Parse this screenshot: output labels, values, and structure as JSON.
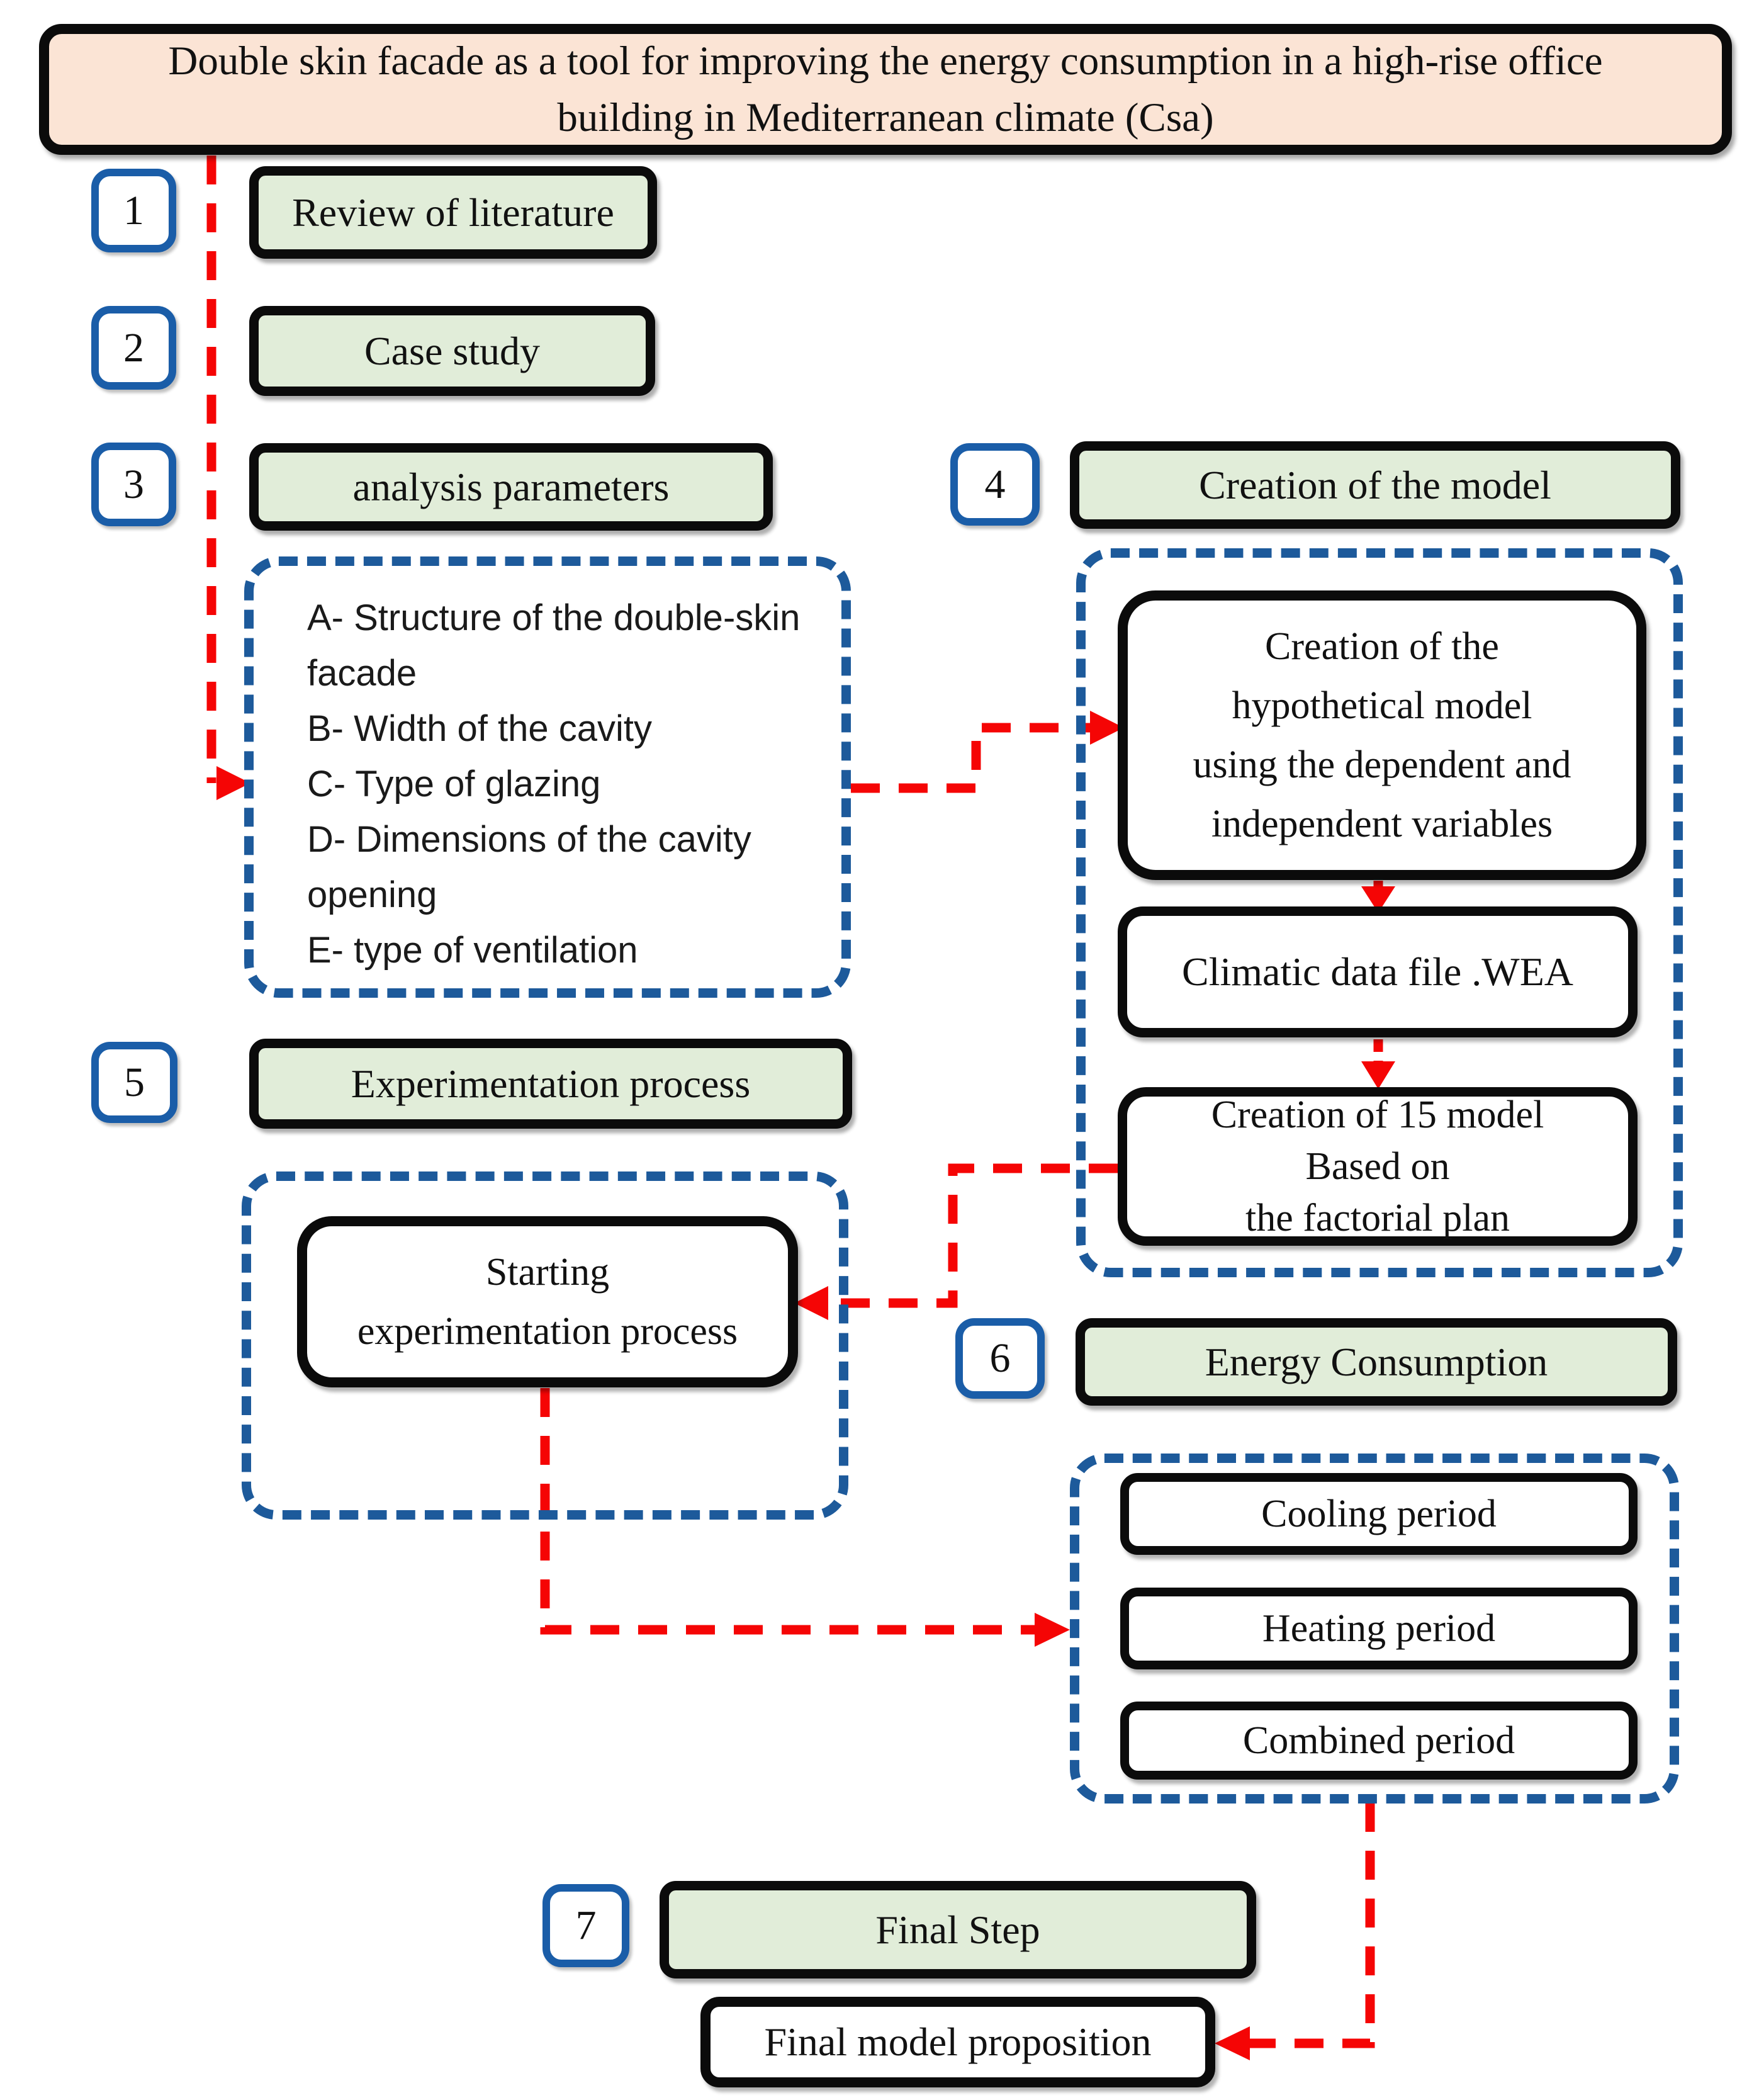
{
  "colors": {
    "title_fill": "#FBE4D5",
    "step_fill": "#E1EDD9",
    "number_border": "#1A5DA8",
    "dashed_container": "#1D5A9B",
    "arrow_red": "#F50505",
    "node_border": "#0B0B0B"
  },
  "title": {
    "text": "Double skin facade as a tool for improving the energy consumption in a high-rise office\nbuilding in Mediterranean climate (Csa)"
  },
  "steps": [
    {
      "number": "1",
      "label": "Review of literature"
    },
    {
      "number": "2",
      "label": "Case study"
    },
    {
      "number": "3",
      "label": "analysis parameters"
    },
    {
      "number": "4",
      "label": "Creation of the model"
    },
    {
      "number": "5",
      "label": "Experimentation process"
    },
    {
      "number": "6",
      "label": "Energy Consumption"
    },
    {
      "number": "7",
      "label": "Final Step"
    }
  ],
  "analysis_parameters": {
    "items": [
      "A- Structure of the double-skin\nfacade",
      "B- Width of the cavity",
      "C- Type of glazing",
      "D- Dimensions of the cavity\nopening",
      "E- type of ventilation"
    ]
  },
  "model_creation": {
    "hypothetical": "Creation of the\nhypothetical model\nusing the dependent and\nindependent variables",
    "climatic": "Climatic data file .WEA",
    "factorial": "Creation of 15 model\nBased on\nthe factorial plan"
  },
  "experimentation": {
    "starting": "Starting\nexperimentation process"
  },
  "energy": {
    "periods": [
      "Cooling period",
      "Heating period",
      "Combined period"
    ]
  },
  "final": {
    "proposition": "Final model proposition"
  }
}
